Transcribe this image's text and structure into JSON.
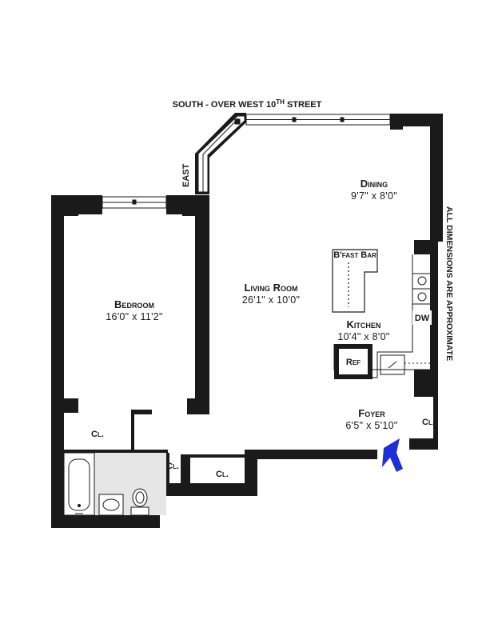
{
  "street_label": "South - Over West 10th Street",
  "street": {
    "prefix": "South - Over West 10",
    "sup": "th",
    "suffix": " Street"
  },
  "east_label": "East",
  "side_note": "All dimensions are approximate",
  "rooms": {
    "dining": {
      "name": "Dining",
      "dims": "9'7\" x 8'0\""
    },
    "living": {
      "name": "Living Room",
      "dims": "26'1\" x 10'0\""
    },
    "bedroom": {
      "name": "Bedroom",
      "dims": "16'0\" x 11'2\""
    },
    "kitchen": {
      "name": "Kitchen",
      "dims": "10'4\" x 8'0\""
    },
    "foyer": {
      "name": "Foyer",
      "dims": "6'5\" x 5'10\""
    }
  },
  "fixtures": {
    "bfast_bar": "B'fast Bar",
    "dw": "DW",
    "ref": "Ref"
  },
  "closets": [
    "Cl.",
    "Cl.",
    "Cl.",
    "Cl."
  ],
  "colors": {
    "wall": "#1a1a1a",
    "arrow": "#1f2fd8",
    "bath_floor": "#e6e6e6"
  }
}
